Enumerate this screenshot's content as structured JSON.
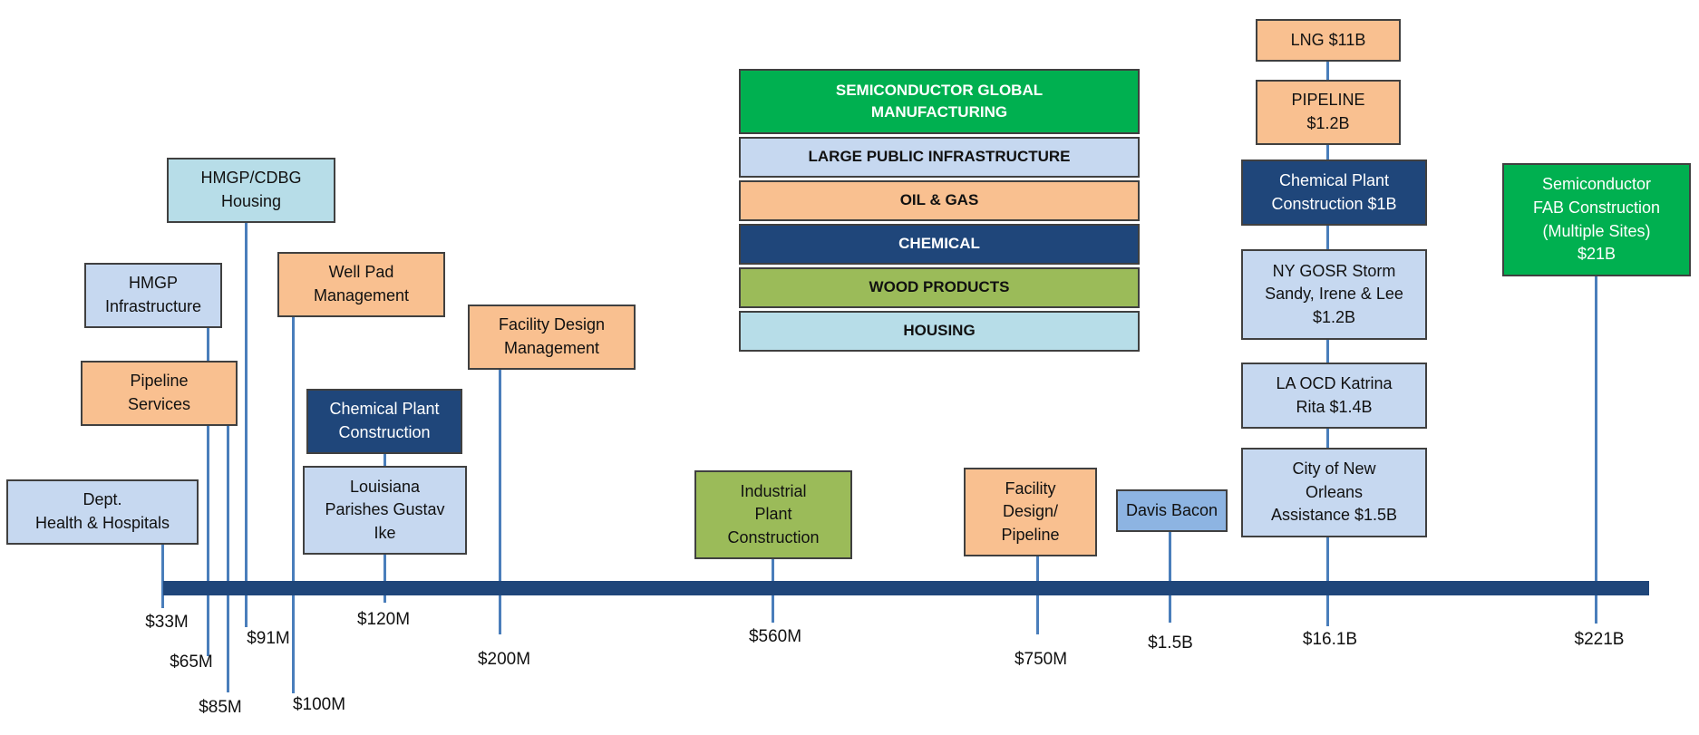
{
  "legend": {
    "semiconductor": "SEMICONDUCTOR GLOBAL\nMANUFACTURING",
    "infrastructure": "LARGE PUBLIC INFRASTRUCTURE",
    "oil_gas": "OIL & GAS",
    "chemical": "CHEMICAL",
    "wood": "WOOD PRODUCTS",
    "housing": "HOUSING"
  },
  "projects": {
    "dept_health": "Dept.\nHealth & Hospitals",
    "pipeline_services": "Pipeline\nServices",
    "hmgp_infrastructure": "HMGP\nInfrastructure",
    "hmgp_cdbg_housing": "HMGP/CDBG\nHousing",
    "well_pad": "Well Pad\nManagement",
    "chem_plant_construction": "Chemical Plant\nConstruction",
    "louisiana_parishes": "Louisiana\nParishes Gustav\nIke",
    "facility_design_mgmt": "Facility Design\nManagement",
    "industrial_plant": "Industrial\nPlant\nConstruction",
    "facility_design_pipeline": "Facility\nDesign/\nPipeline",
    "davis_bacon": "Davis Bacon",
    "lng": "LNG $11B",
    "pipeline_1_2b": "PIPELINE\n$1.2B",
    "chem_plant_1b": "Chemical Plant\nConstruction $1B",
    "ny_gosr": "NY GOSR Storm\nSandy, Irene & Lee\n$1.2B",
    "la_ocd": "LA OCD Katrina\nRita $1.4B",
    "new_orleans": "City of New\nOrleans\nAssistance $1.5B",
    "semiconductor_fab": "Semiconductor\nFAB Construction\n(Multiple Sites)\n$21B"
  },
  "values": {
    "v33m": "$33M",
    "v65m": "$65M",
    "v85m": "$85M",
    "v91m": "$91M",
    "v100m": "$100M",
    "v120m": "$120M",
    "v200m": "$200M",
    "v560m": "$560M",
    "v750m": "$750M",
    "v1_5b": "$1.5B",
    "v16_1b": "$16.1B",
    "v221b": "$221B"
  },
  "colors": {
    "oil_gas": "#f9c090",
    "infrastructure": "#c6d8f0",
    "chemical": "#1f467a",
    "wood": "#9bbb59",
    "housing": "#b7dde8",
    "semiconductor": "#00b050",
    "timeline": "#1f467a",
    "connector": "#4a7ebb"
  }
}
